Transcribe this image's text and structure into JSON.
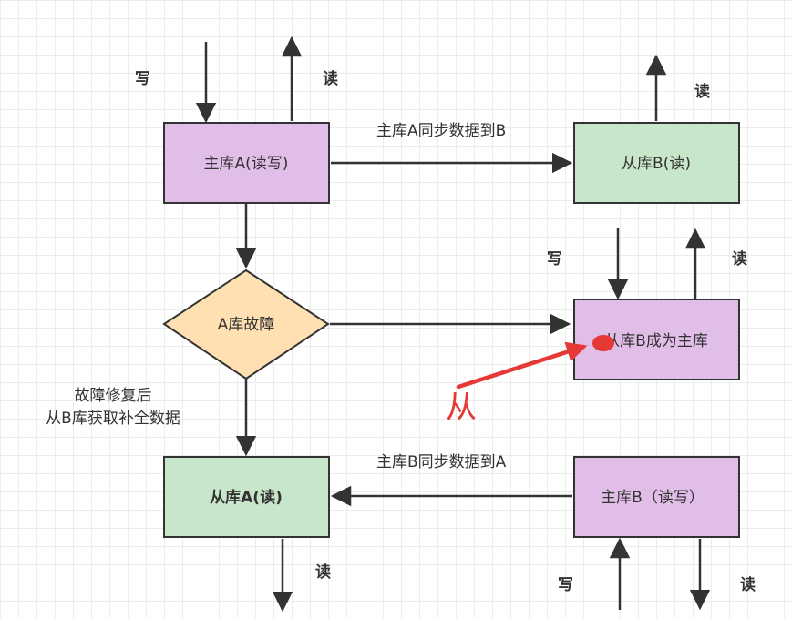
{
  "nodes": {
    "master_a": {
      "label": "主库A(读写)",
      "fill": "#e1bee7"
    },
    "slave_b": {
      "label": "从库B(读)",
      "fill": "#c8e6c9"
    },
    "fault": {
      "label": "A库故障",
      "fill": "#ffe0b2"
    },
    "promoted_b": {
      "label": "从库B成为主库",
      "fill": "#e1bee7"
    },
    "slave_a": {
      "label": "从库A(读)",
      "fill": "#c8e6c9"
    },
    "master_b": {
      "label": "主库B（读写）",
      "fill": "#e1bee7"
    }
  },
  "edges": {
    "sync_a_to_b": "主库A同步数据到B",
    "sync_b_to_a": "主库B同步数据到A",
    "recover_line1": "故障修复后",
    "recover_line2": "从B库获取补全数据"
  },
  "io": {
    "write": "写",
    "read": "读"
  },
  "annotation": {
    "text": "从",
    "color": "#e53935"
  },
  "colors": {
    "stroke": "#333333"
  }
}
